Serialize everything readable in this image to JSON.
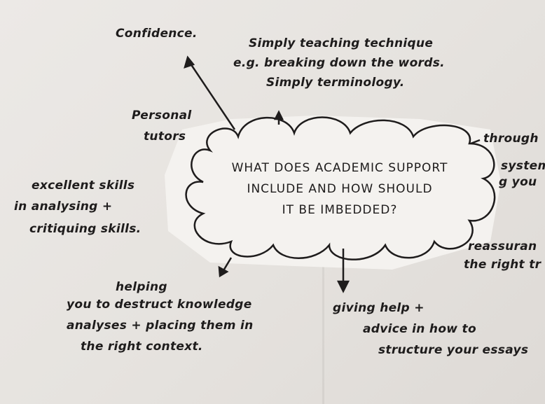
{
  "central_question": [
    "WHAT DOES ACADEMIC SUPPORT",
    "INCLUDE AND HOW SHOULD",
    "IT BE IMBEDDED?"
  ],
  "notes": {
    "confidence": "Confidence.",
    "teaching": [
      "Simply teaching technique",
      "e.g. breaking down the words.",
      "Simply terminology."
    ],
    "tutors": [
      "Personal",
      "tutors"
    ],
    "through": "through",
    "system": [
      "system",
      "g you"
    ],
    "skills": [
      "excellent skills",
      "in analysing +",
      "critiquing skills."
    ],
    "reassurance": [
      "reassuran",
      "the right tr"
    ],
    "helping": [
      "helping",
      "you to destruct knowledge",
      "analyses + placing them in",
      "the right context."
    ],
    "giving_help": [
      "giving help +",
      "advice in how to",
      "structure your essays"
    ]
  },
  "colors": {
    "paper": "#e9e6e2",
    "ink": "#1e1c1c",
    "cloud_paper": "#f4f2ef"
  }
}
